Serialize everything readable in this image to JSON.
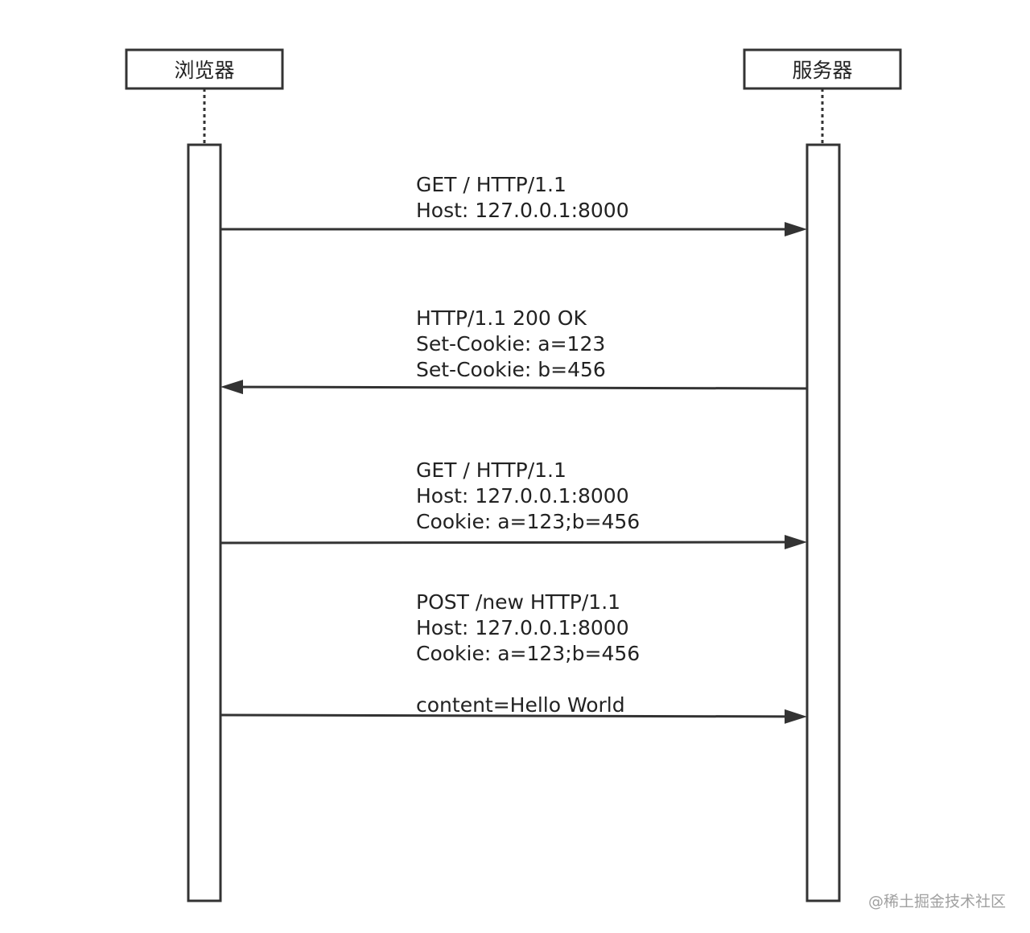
{
  "actors": {
    "browser": "浏览器",
    "server": "服务器"
  },
  "messages": [
    {
      "direction": "to-server",
      "lines": [
        "GET / HTTP/1.1",
        "Host: 127.0.0.1:8000"
      ]
    },
    {
      "direction": "to-browser",
      "lines": [
        "HTTP/1.1 200 OK",
        "Set-Cookie: a=123",
        "Set-Cookie: b=456"
      ]
    },
    {
      "direction": "to-server",
      "lines": [
        "GET / HTTP/1.1",
        "Host: 127.0.0.1:8000",
        "Cookie: a=123;b=456"
      ]
    },
    {
      "direction": "to-server",
      "lines": [
        "POST /new HTTP/1.1",
        "Host: 127.0.0.1:8000",
        "Cookie: a=123;b=456",
        "",
        "content=Hello World"
      ]
    }
  ],
  "watermark": "@稀土掘金技术社区",
  "colors": {
    "stroke": "#333333",
    "text": "#222222",
    "watermark": "#a0a0a0"
  }
}
